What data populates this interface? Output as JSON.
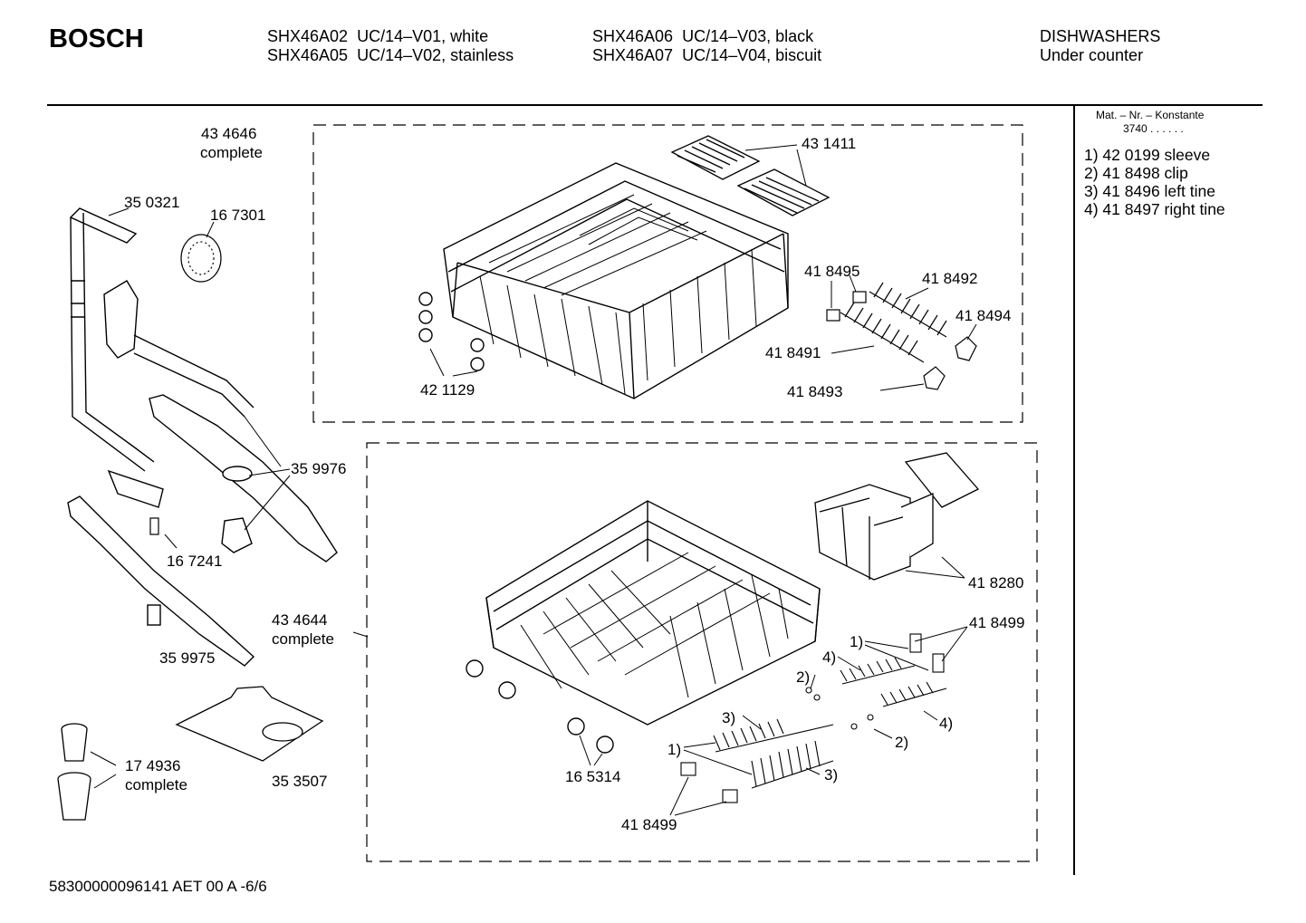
{
  "header": {
    "brand": "BOSCH",
    "models": [
      {
        "model": "SHX46A02",
        "variant": "UC/14–V01, white"
      },
      {
        "model": "SHX46A05",
        "variant": "UC/14–V02, stainless"
      },
      {
        "model": "SHX46A06",
        "variant": "UC/14–V03, black"
      },
      {
        "model": "SHX46A07",
        "variant": "UC/14–V04, biscuit"
      }
    ],
    "category": "DISHWASHERS",
    "subcategory": "Under counter"
  },
  "legend": {
    "title": "Mat. – Nr. – Konstante",
    "konstante": "3740 . . . . . .",
    "items": [
      "1) 42 0199 sleeve",
      "2) 41 8498 clip",
      "3) 41 8496 left tine",
      "4) 41 8497 right tine"
    ]
  },
  "parts": {
    "upper_rack": "43 4646",
    "upper_rack_note": "complete",
    "lower_rack": "43 4644",
    "lower_rack_note": "complete",
    "spray_tube": "35 0321",
    "nozzle": "16 7301",
    "cup_shelf": "43 1411",
    "p418495": "41 8495",
    "p418492": "41 8492",
    "p418494": "41 8494",
    "p418491": "41 8491",
    "p418493": "41 8493",
    "wheel_upper": "42 1129",
    "spray_arm_upper": "35 9976",
    "screw": "16 7241",
    "spray_arm_lower": "35 9975",
    "filter": "17 4936",
    "filter_note": "complete",
    "fine_filter": "35 3507",
    "cutlery_basket": "41 8280",
    "p418499_top": "41 8499",
    "p418499_bottom": "41 8499",
    "wheel_lower": "16 5314",
    "c1a": "1)",
    "c4a": "4)",
    "c2a": "2)",
    "c3a": "3)",
    "c4b": "4)",
    "c2b": "2)",
    "c1b": "1)",
    "c3b": "3)"
  },
  "footer": {
    "code": "58300000096141 AET 00 A -6/6"
  }
}
